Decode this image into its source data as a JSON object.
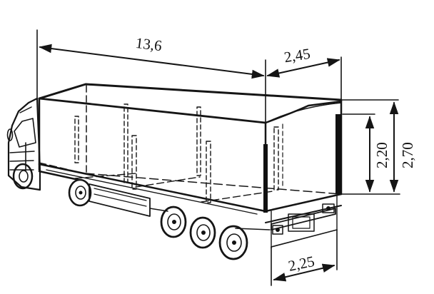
{
  "dimensions": {
    "length": "13,6",
    "width_top": "2,45",
    "inner_height": "2,20",
    "total_height": "2,70",
    "width_bottom": "2,25"
  }
}
